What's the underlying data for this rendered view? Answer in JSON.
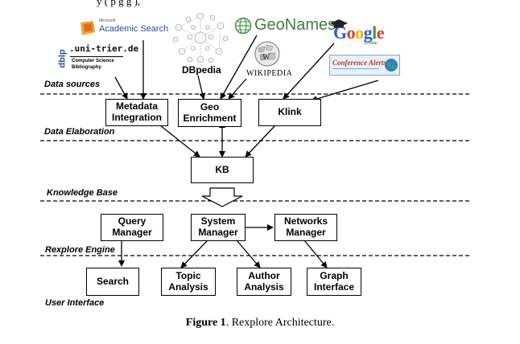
{
  "header_fragment": "y                          (   p      g      g      ),",
  "sources": {
    "dblp": {
      "side_label": "dblp",
      "domain": ".uni-trier.de",
      "line1": "Computer Science",
      "line2": "Bibliography"
    },
    "academic": {
      "small": "Microsoft",
      "name": "Academic Search"
    },
    "dbpedia": {
      "name": "DBpedia"
    },
    "geonames": {
      "name": "GeoNames"
    },
    "wikipedia": {
      "name": "WIKIPEDIA"
    },
    "google": {
      "name": "Google",
      "scholar": "Scholar"
    },
    "conference": {
      "name": "Conference Alerts"
    }
  },
  "layers": {
    "data_sources": "Data sources",
    "data_elaboration": "Data Elaboration",
    "knowledge_base": "Knowledge Base",
    "rexplore_engine": "Rexplore Engine",
    "user_interface": "User Interface"
  },
  "boxes": {
    "metadata_integration": "Metadata\nIntegration",
    "geo_enrichment": "Geo\nEnrichment",
    "klink": "Klink",
    "kb": "KB",
    "query_manager": "Query\nManager",
    "system_manager": "System\nManager",
    "networks_manager": "Networks\nManager",
    "search": "Search",
    "topic_analysis": "Topic\nAnalysis",
    "author_analysis": "Author\nAnalysis",
    "graph_interface": "Graph\nInterface"
  },
  "caption": {
    "label": "Figure 1",
    "text": ". Rexplore Architecture."
  }
}
